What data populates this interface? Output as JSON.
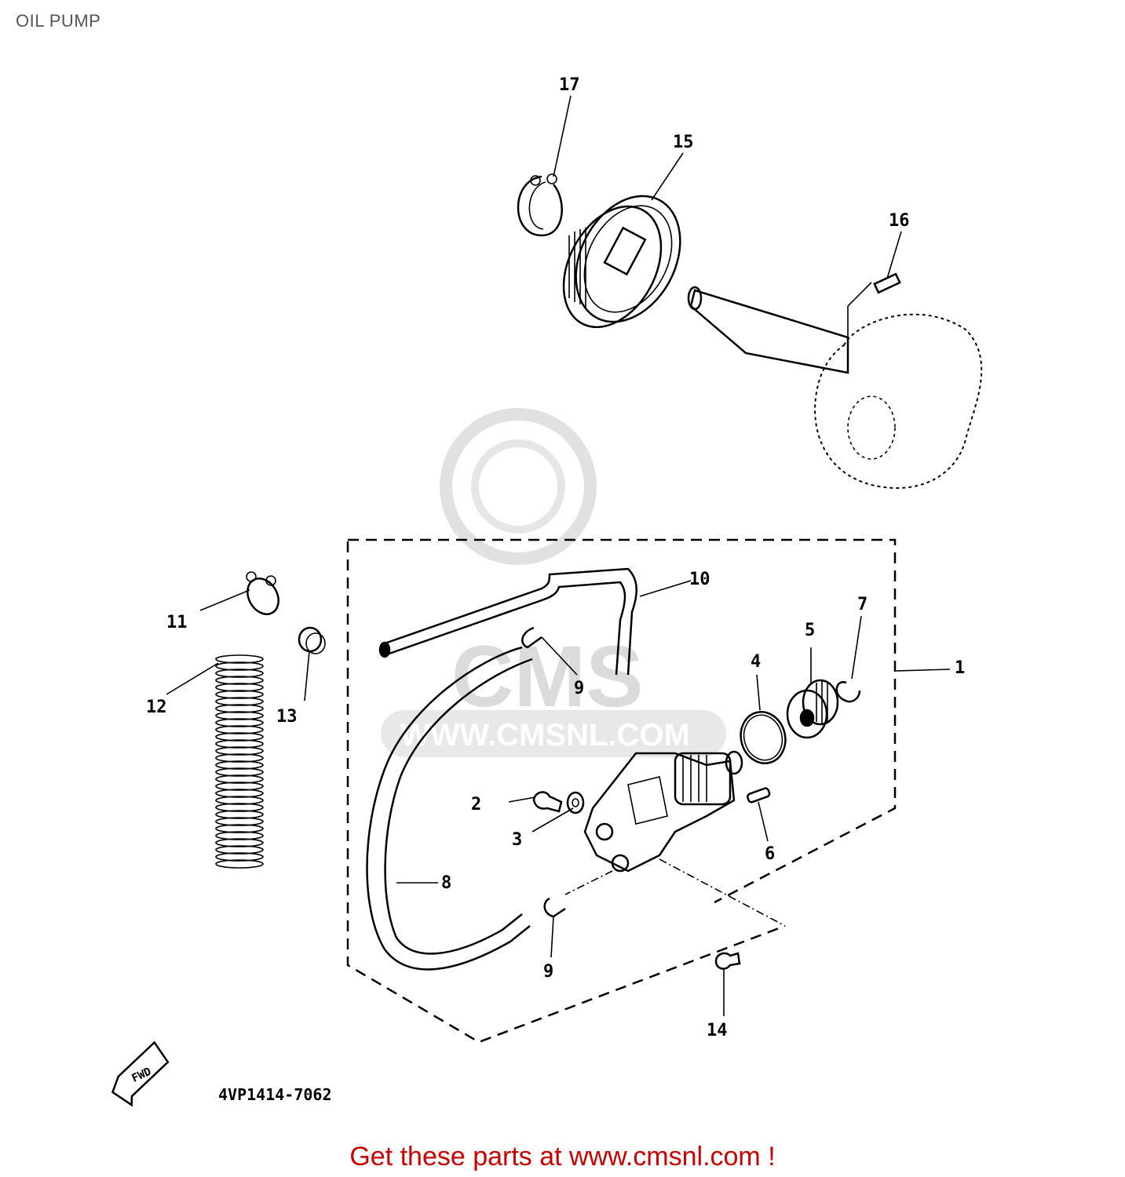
{
  "page": {
    "title": "OIL PUMP",
    "diagram_code": "4VP1414-7062",
    "fwd_label": "FWD",
    "watermark": {
      "brand": "CMS",
      "url": "WWW.CMSNL.COM"
    },
    "footer_cta": "Get these parts at www.cmsnl.com !"
  },
  "callouts": [
    {
      "id": "c1",
      "label": "1"
    },
    {
      "id": "c2",
      "label": "2"
    },
    {
      "id": "c3",
      "label": "3"
    },
    {
      "id": "c4",
      "label": "4"
    },
    {
      "id": "c5",
      "label": "5"
    },
    {
      "id": "c6",
      "label": "6"
    },
    {
      "id": "c7",
      "label": "7"
    },
    {
      "id": "c8",
      "label": "8"
    },
    {
      "id": "c9a",
      "label": "9"
    },
    {
      "id": "c9b",
      "label": "9"
    },
    {
      "id": "c10",
      "label": "10"
    },
    {
      "id": "c11",
      "label": "11"
    },
    {
      "id": "c12",
      "label": "12"
    },
    {
      "id": "c13",
      "label": "13"
    },
    {
      "id": "c14",
      "label": "14"
    },
    {
      "id": "c15",
      "label": "15"
    },
    {
      "id": "c16",
      "label": "16"
    },
    {
      "id": "c17",
      "label": "17"
    }
  ]
}
